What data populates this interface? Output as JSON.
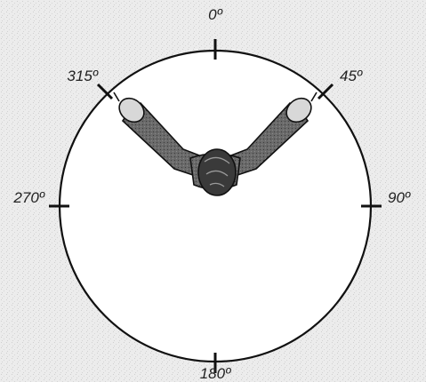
{
  "angle_labels": {
    "north": "0º",
    "north_east": "45º",
    "east": "90º",
    "south": "180º",
    "west": "270º",
    "north_west": "315º"
  },
  "figure": {
    "subject": "person-viewed-from-above-with-arms-raised",
    "arm_directions_deg": [
      315,
      45
    ]
  },
  "colors": {
    "background": "#ececec",
    "outline": "#111111",
    "figure_fill": "#5a5a5a",
    "hair_fill": "#3a3a3a",
    "hand_fill": "#d8d8d8"
  }
}
